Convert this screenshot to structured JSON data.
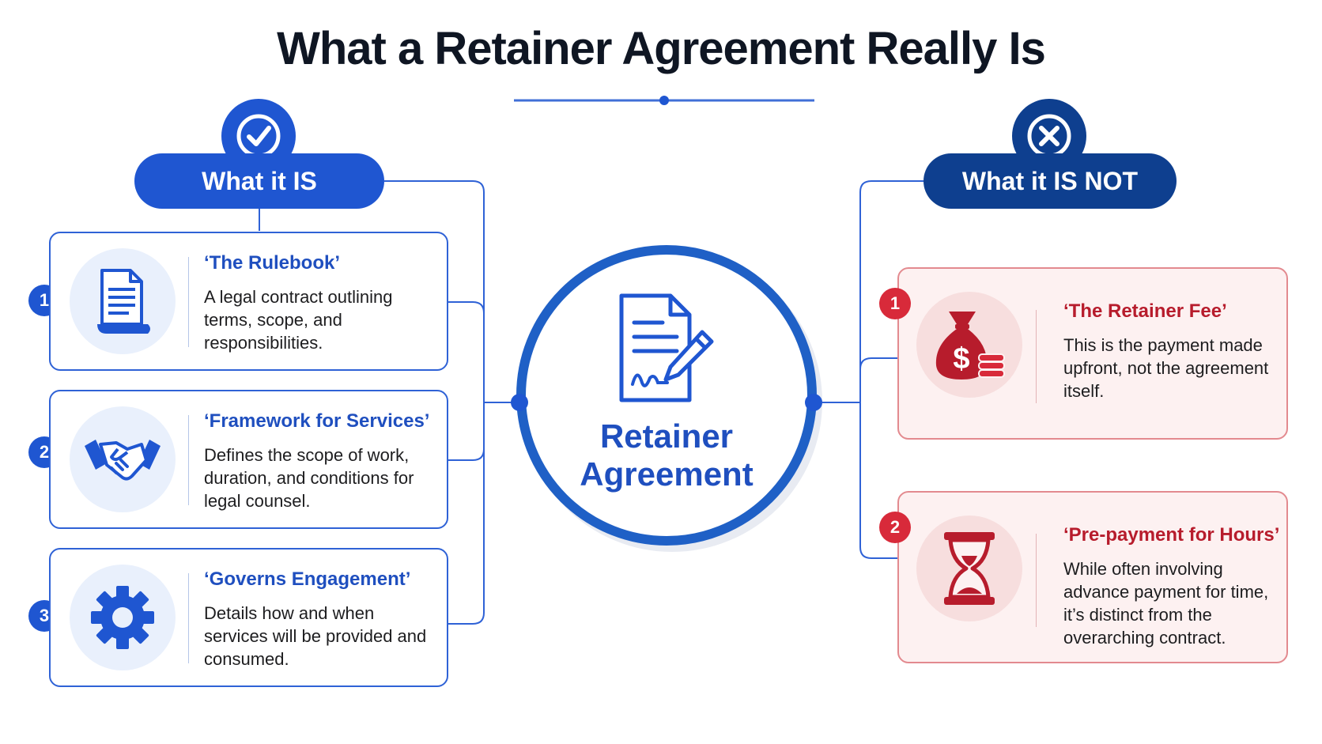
{
  "title": "What a Retainer Agreement Really Is",
  "colors": {
    "primary_blue": "#1f56d1",
    "dark_blue": "#0e3f8f",
    "red": "#d82a3a",
    "red_text": "#b71c2c",
    "card_red_bg": "#fdf1f1"
  },
  "center": {
    "icon": "signed-document-icon",
    "label_line1": "Retainer",
    "label_line2": "Agreement"
  },
  "is_column": {
    "header": "What it IS",
    "header_icon": "checkmark-icon",
    "items": [
      {
        "number": "1",
        "title": "‘The Rulebook’",
        "text": "A legal contract outlining terms, scope, and responsibilities.",
        "icon": "document-scroll-icon"
      },
      {
        "number": "2",
        "title": "‘Framework for Services’",
        "text": "Defines the scope of work, duration, and conditions for legal counsel.",
        "icon": "handshake-icon"
      },
      {
        "number": "3",
        "title": "‘Governs Engagement’",
        "text": "Details how and when services will be provided and consumed.",
        "icon": "gear-icon"
      }
    ]
  },
  "not_column": {
    "header": "What it IS NOT",
    "header_icon": "x-mark-icon",
    "items": [
      {
        "number": "1",
        "title": "‘The Retainer Fee’",
        "text": "This is the payment made upfront, not the agreement itself.",
        "icon": "money-bag-icon"
      },
      {
        "number": "2",
        "title": "‘Pre-payment for Hours’",
        "text": "While often involving advance payment for time, it’s distinct from the overarching contract.",
        "icon": "hourglass-icon"
      }
    ]
  }
}
